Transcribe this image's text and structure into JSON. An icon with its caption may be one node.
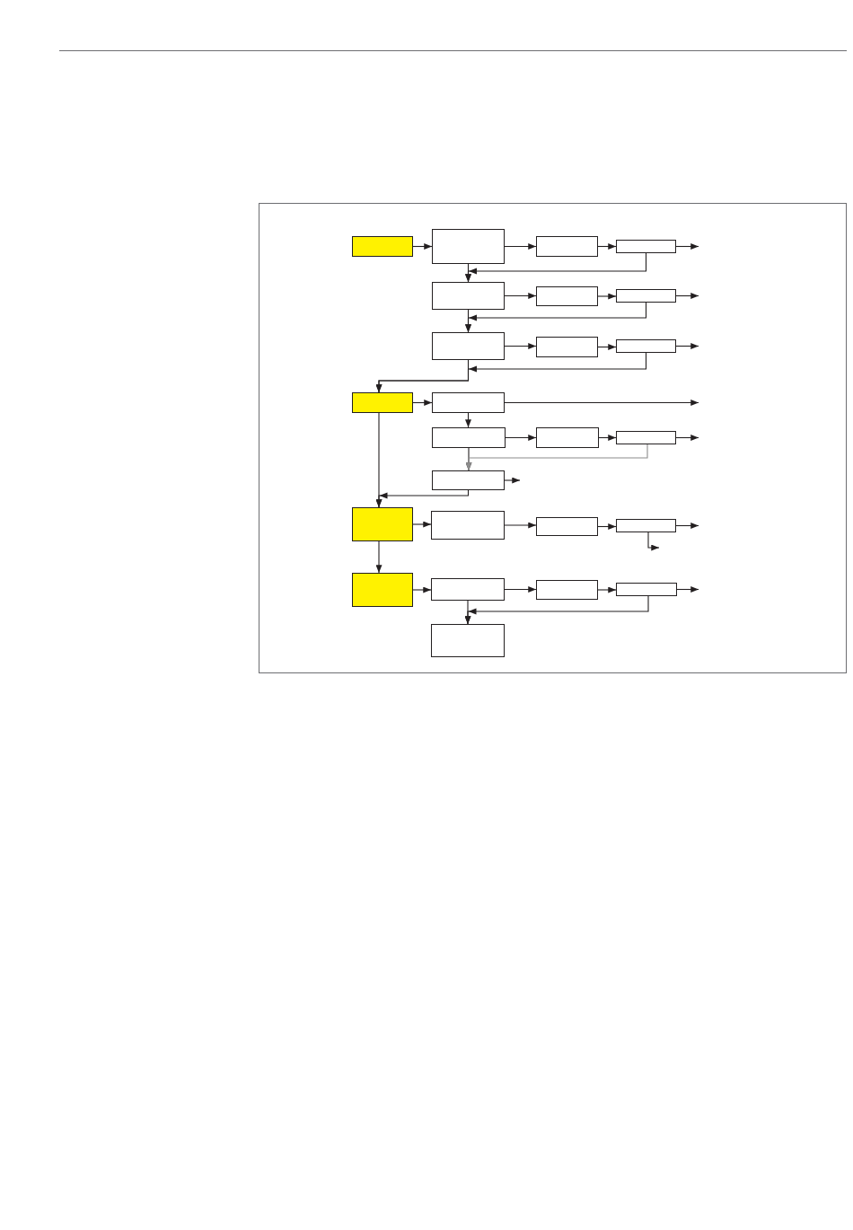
{
  "diagram": {
    "nodes": [
      {
        "text": [],
        "shape": "box"
      },
      {
        "text": [],
        "shape": "box"
      },
      {
        "text": [],
        "shape": "box"
      },
      {
        "text": [],
        "shape": "box"
      },
      {
        "text": [],
        "shape": "box"
      },
      {
        "text": [],
        "shape": "box"
      },
      {
        "text": [],
        "shape": "box"
      },
      {
        "text": [],
        "shape": "box"
      },
      {
        "text": [],
        "shape": "box"
      },
      {
        "text": [],
        "shape": "box"
      },
      {
        "text": [],
        "shape": "box"
      },
      {
        "text": [],
        "shape": "box"
      },
      {
        "text": [],
        "shape": "box"
      },
      {
        "text": [],
        "shape": "box"
      },
      {
        "text": [],
        "shape": "box"
      },
      {
        "text": [],
        "shape": "box"
      },
      {
        "text": [],
        "shape": "box"
      },
      {
        "text": [],
        "shape": "box"
      },
      {
        "text": [],
        "shape": "box"
      },
      {
        "text": [],
        "shape": "box"
      },
      {
        "text": [],
        "shape": "box"
      },
      {
        "text": [],
        "shape": "box"
      },
      {
        "text": [],
        "shape": "box"
      },
      {
        "text": [],
        "shape": "box"
      },
      {
        "text": [],
        "shape": "box"
      }
    ],
    "edges": [
      {
        "from": 0,
        "to": 1,
        "arrow": "to"
      },
      {
        "from": 1,
        "to": 2,
        "arrow": "to"
      },
      {
        "from": 2,
        "to": 3,
        "arrow": "to"
      },
      {
        "from": 3,
        "to": null,
        "arrow": "to"
      },
      {
        "from": 1,
        "to": 4,
        "arrow": "to"
      },
      {
        "from": 3,
        "to": 4,
        "arrow": "to"
      },
      {
        "from": 4,
        "to": 5,
        "arrow": "to"
      },
      {
        "from": 5,
        "to": 6,
        "arrow": "to"
      },
      {
        "from": 6,
        "to": null,
        "arrow": "to"
      },
      {
        "from": 4,
        "to": 7,
        "arrow": "to"
      },
      {
        "from": 6,
        "to": 7,
        "arrow": "to"
      },
      {
        "from": 7,
        "to": 8,
        "arrow": "to"
      },
      {
        "from": 8,
        "to": 9,
        "arrow": "to"
      },
      {
        "from": 9,
        "to": null,
        "arrow": "to"
      },
      {
        "from": 7,
        "to": 10,
        "arrow": "to"
      },
      {
        "from": 9,
        "to": 10,
        "arrow": "to"
      },
      {
        "from": 10,
        "to": 11,
        "arrow": "to"
      },
      {
        "from": 11,
        "to": null,
        "arrow": "to"
      },
      {
        "from": 11,
        "to": 12,
        "arrow": "to"
      },
      {
        "from": 12,
        "to": 13,
        "arrow": "to"
      },
      {
        "from": 13,
        "to": 14,
        "arrow": "to"
      },
      {
        "from": 14,
        "to": null,
        "arrow": "to"
      },
      {
        "from": 12,
        "to": 15,
        "arrow": "to"
      },
      {
        "from": 14,
        "to": 15,
        "arrow": "to",
        "color": "#8c8c8c"
      },
      {
        "from": 15,
        "to": null,
        "arrow": "to"
      },
      {
        "from": 10,
        "to": 16,
        "arrow": "to"
      },
      {
        "from": 15,
        "to": 16,
        "arrow": "to"
      },
      {
        "from": 16,
        "to": 17,
        "arrow": "to"
      },
      {
        "from": 17,
        "to": 18,
        "arrow": "to"
      },
      {
        "from": 18,
        "to": 19,
        "arrow": "to"
      },
      {
        "from": 19,
        "to": null,
        "arrow": "to"
      },
      {
        "from": 19,
        "to": null,
        "arrow": "to"
      },
      {
        "from": 16,
        "to": 20,
        "arrow": "to"
      },
      {
        "from": 20,
        "to": 21,
        "arrow": "to"
      },
      {
        "from": 21,
        "to": 22,
        "arrow": "to"
      },
      {
        "from": 22,
        "to": 23,
        "arrow": "to"
      },
      {
        "from": 23,
        "to": null,
        "arrow": "to"
      },
      {
        "from": 21,
        "to": 24,
        "arrow": "to"
      },
      {
        "from": 23,
        "to": 24,
        "arrow": "to"
      }
    ]
  }
}
